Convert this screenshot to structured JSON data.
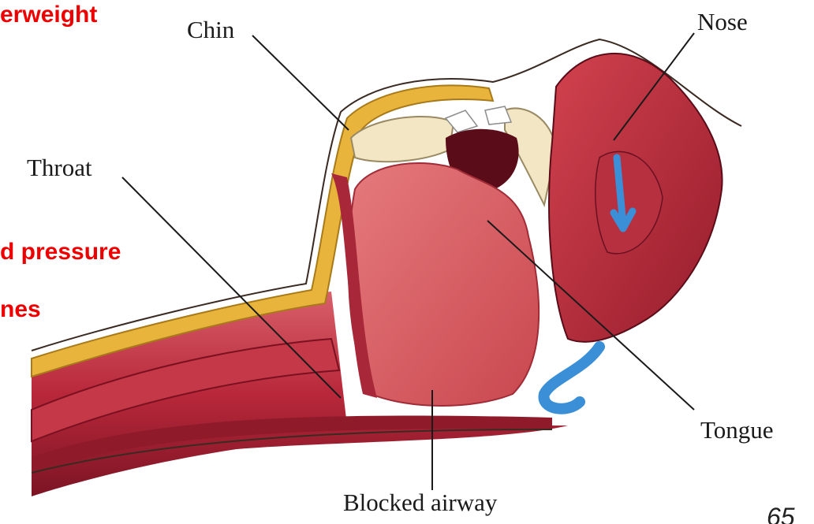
{
  "slide_text": {
    "line1": "erweight",
    "line2": "d pressure",
    "line3": "nes"
  },
  "labels": {
    "chin": "Chin",
    "nose": "Nose",
    "throat": "Throat",
    "tongue": "Tongue",
    "blocked_airway": "Blocked airway"
  },
  "page_number": "65",
  "colors": {
    "slide_text": "#ee0000",
    "flesh": "#c8323c",
    "tongue": "#d9646a",
    "fat": "#e8b43c",
    "bone": "#f2e6c4",
    "airflow": "#3a8fd6"
  }
}
